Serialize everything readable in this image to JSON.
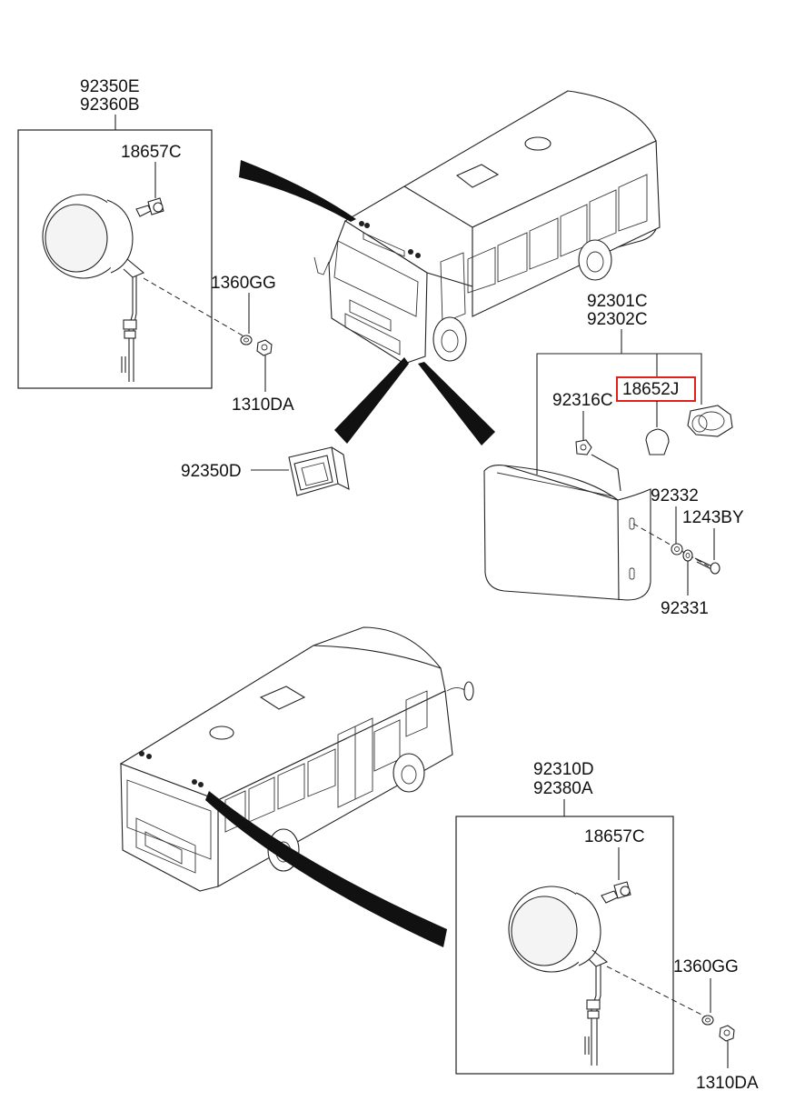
{
  "diagram": {
    "labels": {
      "fog_lamp_front_assy_a": "92350E",
      "fog_lamp_front_assy_b": "92360B",
      "bulb_front": "18657C",
      "nut_front_1": "1360GG",
      "nut_front_2": "1310DA",
      "cover_front": "92350D",
      "side_lamp_assy_a": "92301C",
      "side_lamp_assy_b": "92302C",
      "bulb_side_highlighted": "18652J",
      "socket_side": "92316C",
      "gasket_side": "92332",
      "screw_side": "1243BY",
      "washer_side": "92331",
      "rear_lamp_assy_a": "92310D",
      "rear_lamp_assy_b": "92380A",
      "bulb_rear": "18657C",
      "nut_rear_1": "1360GG",
      "nut_rear_2": "1310DA"
    },
    "highlight_color": "#e0201a"
  }
}
